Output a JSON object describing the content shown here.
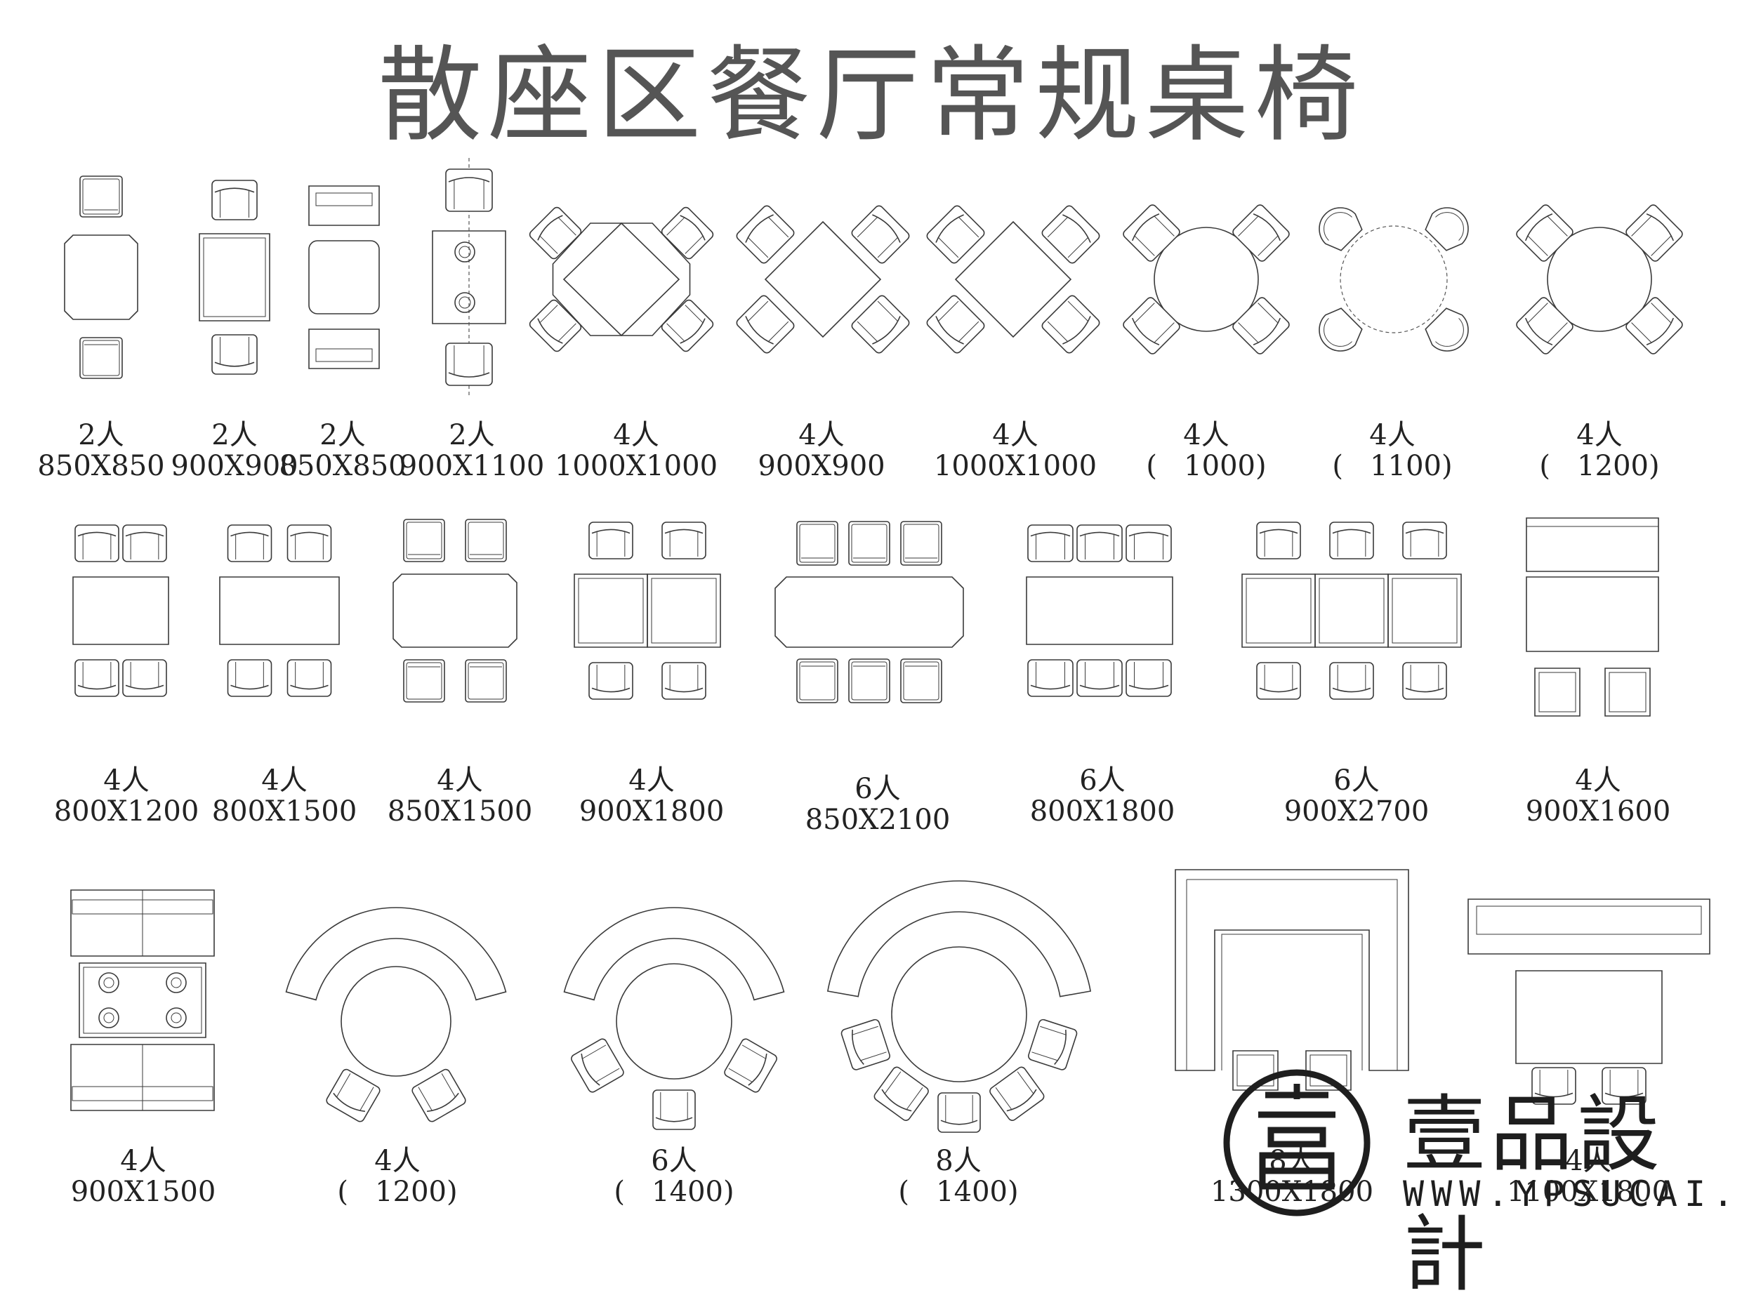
{
  "title": "散座区餐厅常规桌椅",
  "logo": {
    "name": "壹品設計",
    "url": "WWW.YPSUCAI.COM"
  },
  "rows": [
    {
      "items": [
        {
          "people": "2人",
          "size": "850X850",
          "type": "sq_oct_2"
        },
        {
          "people": "2人",
          "size": "900X900",
          "type": "sq_frame_2"
        },
        {
          "people": "2人",
          "size": "850X850",
          "type": "sq_sofa_2"
        },
        {
          "people": "2人",
          "size": "900X1100",
          "type": "rect_set_2"
        },
        {
          "people": "4人",
          "size": "1000X1000",
          "type": "oct_diamond_4"
        },
        {
          "people": "4人",
          "size": "900X900",
          "type": "diamond_4"
        },
        {
          "people": "4人",
          "size": "1000X1000",
          "type": "diamond_4"
        },
        {
          "people": "4人",
          "size": "(   1000)",
          "type": "round_4"
        },
        {
          "people": "4人",
          "size": "(   1100)",
          "type": "round_bucket_4"
        },
        {
          "people": "4人",
          "size": "(   1200)",
          "type": "round_4"
        }
      ]
    },
    {
      "items": [
        {
          "people": "4人",
          "size": "800X1200",
          "type": "rect_4"
        },
        {
          "people": "4人",
          "size": "800X1500",
          "type": "rect_4"
        },
        {
          "people": "4人",
          "size": "850X1500",
          "type": "rect_oct_4"
        },
        {
          "people": "4人",
          "size": "900X1800",
          "type": "rect_double_4"
        },
        {
          "people": "6人",
          "size": "850X2100",
          "type": "rect_oct_6"
        },
        {
          "people": "6人",
          "size": "800X1800",
          "type": "rect_6"
        },
        {
          "people": "6人",
          "size": "900X2700",
          "type": "rect_triple_6"
        },
        {
          "people": "4人",
          "size": "900X1600",
          "type": "booth_4"
        }
      ]
    },
    {
      "items": [
        {
          "people": "4人",
          "size": "900X1500",
          "type": "sofa_booth_4"
        },
        {
          "people": "4人",
          "size": "(   1200)",
          "type": "arc_4"
        },
        {
          "people": "6人",
          "size": "(   1400)",
          "type": "arc_6"
        },
        {
          "people": "8人",
          "size": "(   1400)",
          "type": "arc_8"
        },
        {
          "people": "8人",
          "size": "1300X1800",
          "type": "u_booth_8"
        },
        {
          "people": "4人",
          "size": "1100X1800",
          "type": "bench_4"
        }
      ]
    }
  ]
}
